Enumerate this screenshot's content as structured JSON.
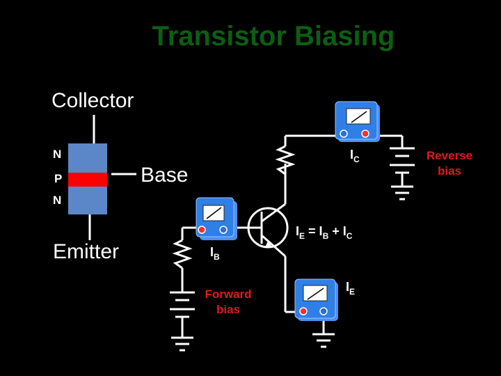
{
  "title": "Transistor Biasing",
  "semiconductor": {
    "collector_label": "Collector",
    "emitter_label": "Emitter",
    "base_label": "Base",
    "layers": [
      "N",
      "P",
      "N"
    ]
  },
  "currents": {
    "ic": {
      "symbol": "I",
      "sub": "C"
    },
    "ib": {
      "symbol": "I",
      "sub": "B"
    },
    "ie": {
      "symbol": "I",
      "sub": "E"
    },
    "equation": {
      "i1": "I",
      "s1": "E",
      "eq": " = ",
      "i2": "I",
      "s2": "B",
      "plus": " + ",
      "i3": "I",
      "s3": "C"
    }
  },
  "bias": {
    "forward": [
      "Forward",
      "bias"
    ],
    "reverse": [
      "Reverse",
      "bias"
    ]
  },
  "colors": {
    "title": "#0d5e12",
    "n_layer": "#5b86c8",
    "p_layer": "#ff0000",
    "meter_body": "#2f7fe6",
    "bias_text": "#e01a1a",
    "wire": "#ffffff"
  }
}
